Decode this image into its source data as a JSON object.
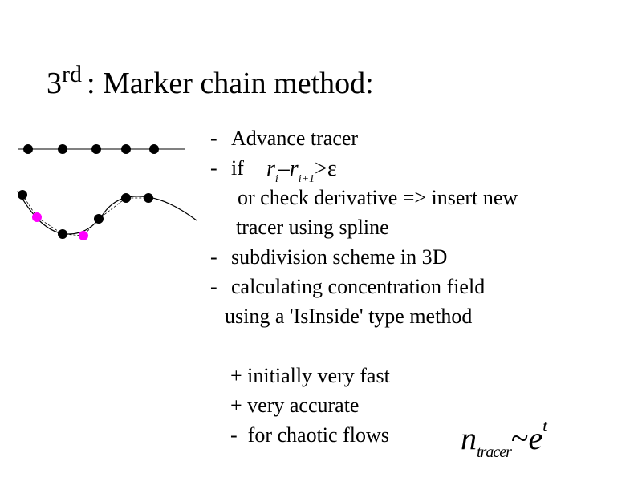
{
  "title": {
    "ordinal_base": "3",
    "ordinal_super": "rd",
    "rest": ": Marker chain method:"
  },
  "bullets": [
    {
      "prefix": "-",
      "text": "Advance tracer"
    },
    {
      "prefix": "-",
      "text": "if"
    },
    {
      "prefix": "",
      "text": "or check derivative => insert new"
    },
    {
      "prefix": "",
      "text": "tracer using spline"
    },
    {
      "prefix": "-",
      "text": "subdivision scheme in 3D"
    },
    {
      "prefix": "-",
      "text": "calculating concentration field"
    },
    {
      "prefix": "",
      "text": "using a 'IsInside' type method"
    }
  ],
  "condition": {
    "r": "r",
    "sub_i": "i",
    "minus": "–",
    "sub_i1": "i+1",
    "gt_eps": ">ε"
  },
  "pros_cons": [
    {
      "sign": "+",
      "text": "initially very fast"
    },
    {
      "sign": "+",
      "text": "very accurate"
    },
    {
      "sign": "-",
      "text": "for chaotic flows"
    }
  ],
  "formula": {
    "n": "n",
    "sub": "tracer",
    "tilde": "~",
    "e": "e",
    "sup": "t"
  },
  "colors": {
    "marker": "#000000",
    "inserted_marker": "#ff00ff"
  }
}
